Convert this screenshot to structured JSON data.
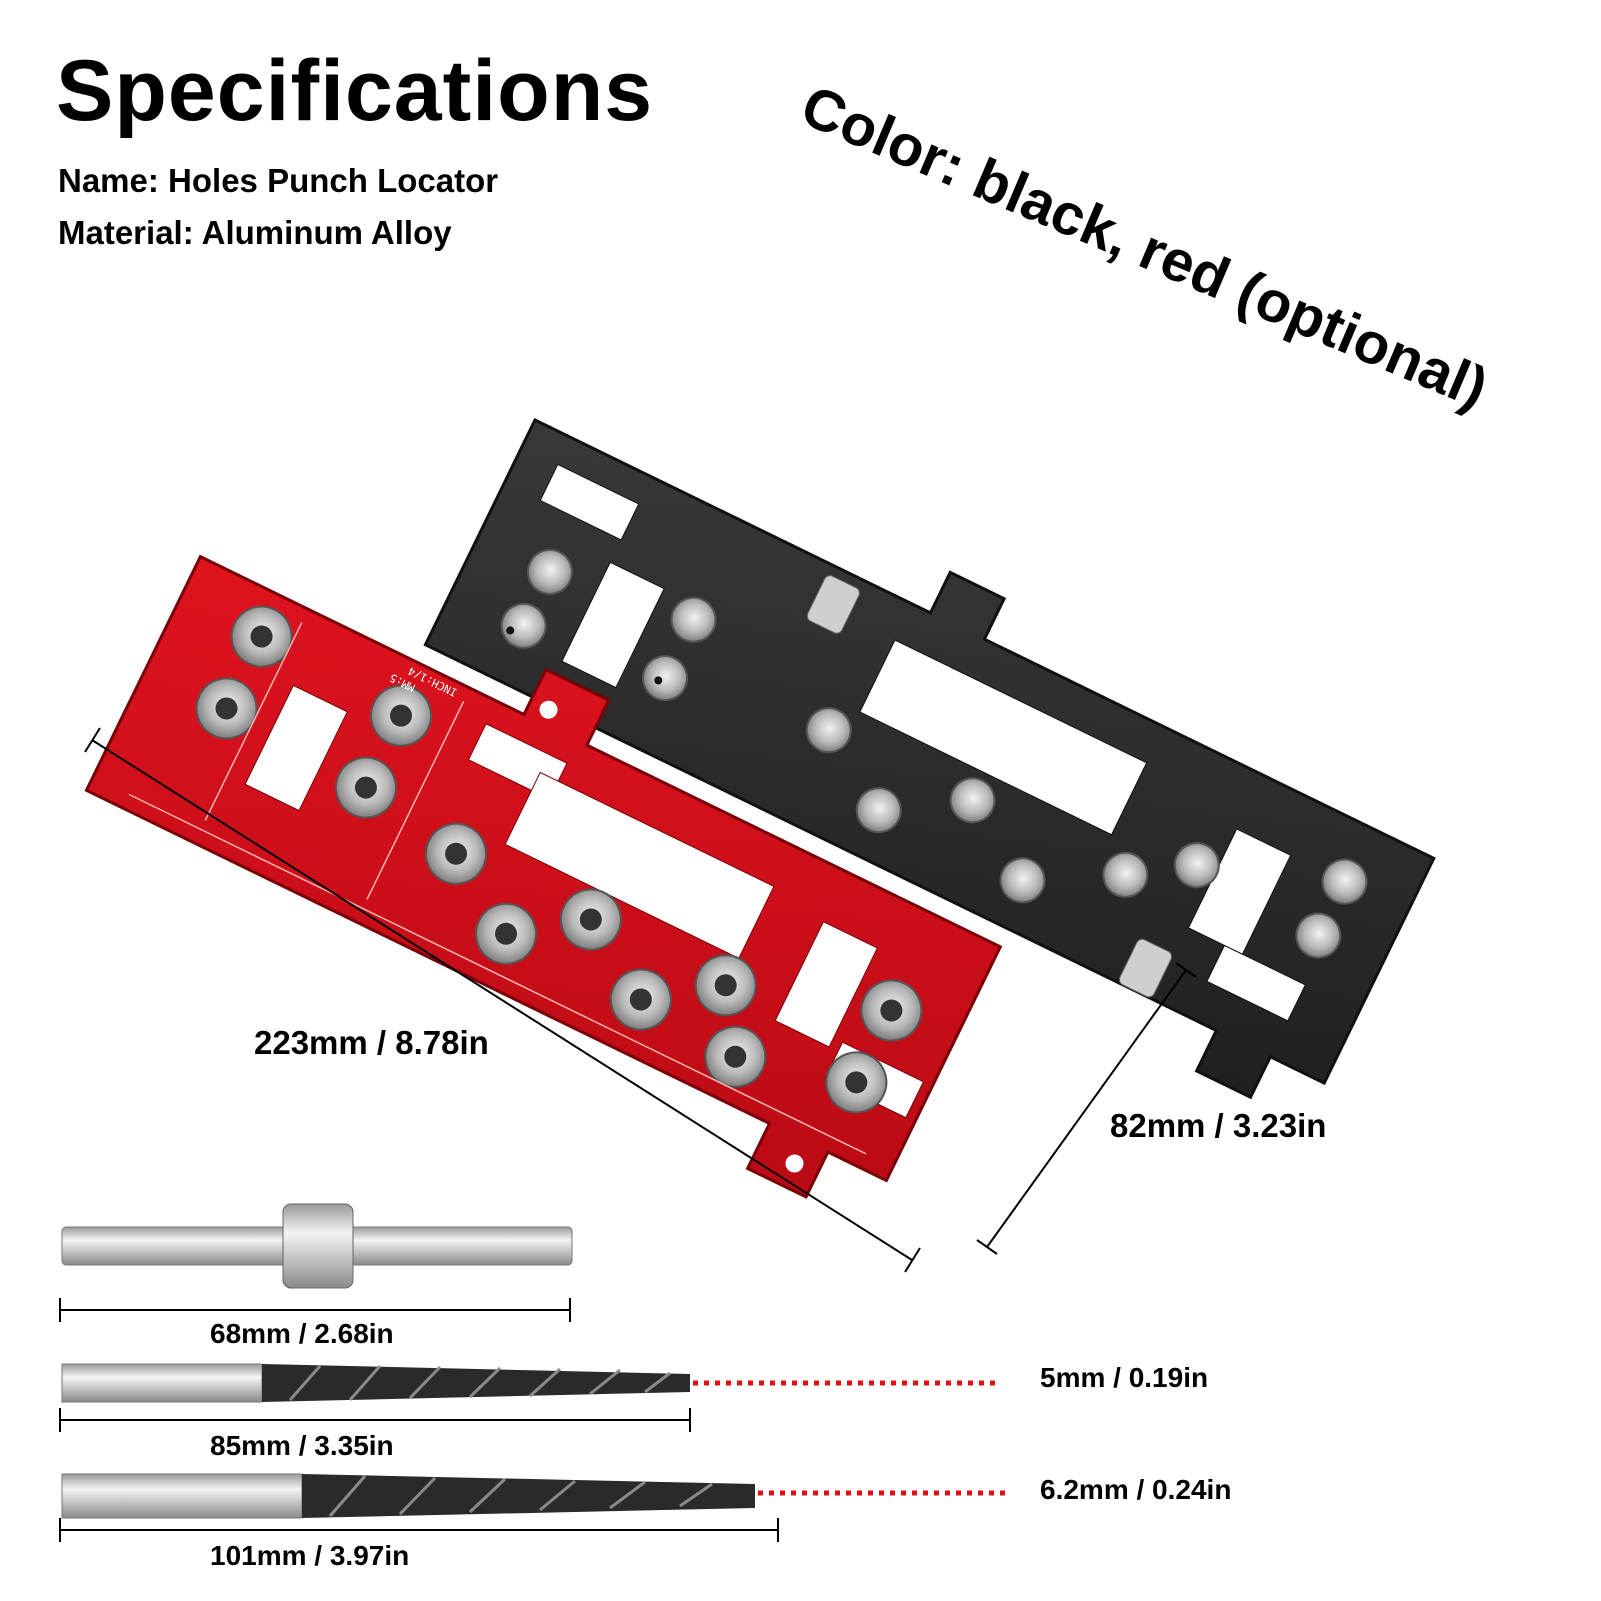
{
  "title": "Specifications",
  "specs": {
    "name": "Name: Holes Punch Locator",
    "material": "Material: Aluminum Alloy",
    "color": "Color: black, red (optional)"
  },
  "plate": {
    "engraving_inch": "INCH:1/4",
    "engraving_mm": "MM:5"
  },
  "dimensions": {
    "length": "223mm / 8.78in",
    "width": "82mm / 3.23in",
    "pin_length": "68mm / 2.68in",
    "bit1_length": "85mm / 3.35in",
    "bit1_diameter": "5mm / 0.19in",
    "bit2_length": "101mm / 3.97in",
    "bit2_diameter": "6.2mm / 0.24in"
  },
  "colors": {
    "red_plate": "#d0101c",
    "black_plate": "#2b2b2b",
    "dotted_line": "#e01010"
  }
}
